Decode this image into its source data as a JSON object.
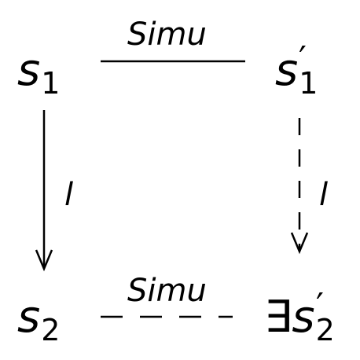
{
  "nodes": {
    "top_left": {
      "symbol": "s",
      "sub": "1",
      "prime": "",
      "prefix": ""
    },
    "top_right": {
      "symbol": "s",
      "sub": "1",
      "prime": "′",
      "prefix": ""
    },
    "bottom_left": {
      "symbol": "s",
      "sub": "2",
      "prime": "",
      "prefix": ""
    },
    "bottom_right": {
      "symbol": "s",
      "sub": "2",
      "prime": "′",
      "prefix": "∃"
    }
  },
  "labels": {
    "top_edge": "Simu",
    "bottom_edge": "Simu",
    "left_edge": "l",
    "right_edge": "l"
  }
}
